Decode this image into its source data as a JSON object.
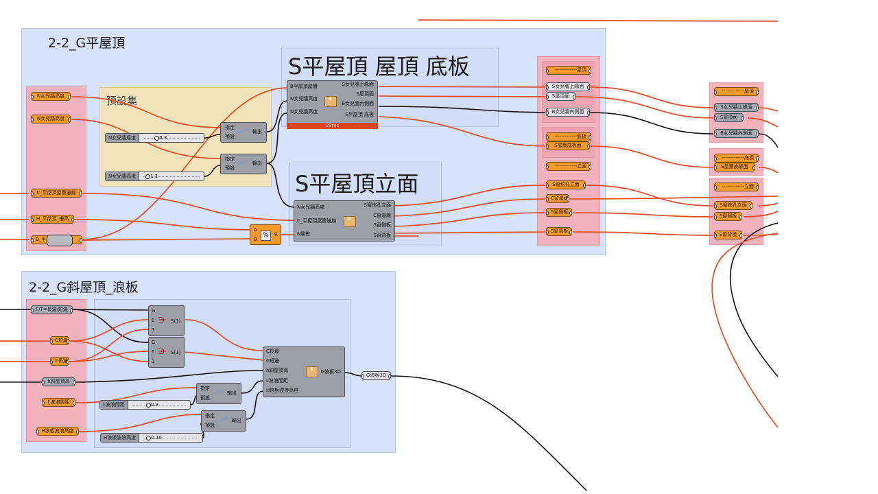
{
  "canvas": {
    "wire_colors": {
      "data": "#e8502a",
      "default": "#111111"
    },
    "group_colors": {
      "group": "#d6e3fb",
      "input_panel": "#f2b3bd",
      "preset_panel": "#f3e3bd",
      "param_orange": "#f79a2c",
      "param_gray": "#a6a8b2"
    }
  },
  "group_flat": {
    "title": "2-2_G平屋頂",
    "inputs": [
      "N女兒牆高度",
      "N女兒牆高度",
      "C_平屋頂屋簷邊線",
      "H_平屋頂_樓高",
      "B_平"
    ],
    "preset": {
      "title": "預設集",
      "sliders": [
        {
          "label": "N女兒牆厚度",
          "value": "0.3"
        },
        {
          "label": "N女兒牆高度",
          "value": "1.1"
        }
      ],
      "switches": [
        {
          "in1": "指定",
          "in2": "預設",
          "out": "輸出"
        },
        {
          "in1": "指定",
          "in2": "預設",
          "out": "輸出"
        }
      ]
    },
    "division": {
      "in_a": "A",
      "in_b": "B",
      "out": "R"
    },
    "cluster_roof": {
      "title": "S平屋頂 屋頂 底板",
      "inputs": [
        "B平屋頂屋體",
        "N女兒牆高度",
        "N女兒牆高度"
      ],
      "outputs": [
        "S女兒牆上緣面",
        "S屋頂面",
        "B女兒牆內側面",
        "S平屋頂 底板"
      ],
      "timer": "29ms"
    },
    "cluster_elev": {
      "title": "S平屋頂立面",
      "inputs": [
        "N女兒牆高度",
        "C_平屋頂屋簷邊線",
        "N層數"
      ],
      "outputs": [
        "S窗挖孔立面",
        "C窗邊線",
        "S窗側板",
        "S窗背板"
      ]
    },
    "outputs_panel": {
      "section1": [
        "-------------屋頂",
        "S女兒牆上緣面",
        "S屋頂面",
        "B女兒牆內側面"
      ],
      "section2": [
        "-------------底板",
        "S屋簷底板面"
      ],
      "section3": [
        "-------------立面",
        "S窗挖孔立面",
        "C窗邊線",
        "S窗側板",
        "S窗背板"
      ]
    }
  },
  "group_slope": {
    "title": "2-2_G斜屋頂_浪板",
    "inputs": [
      "F/T=長邊/短邊",
      "C短邊",
      "C長邊",
      "h斜屋頂高",
      "L波浪間距",
      "H浪板波浪高度"
    ],
    "pickers": [
      {
        "in_g": "G",
        "in_0": "0",
        "in_1": "1",
        "out": "S(1)"
      },
      {
        "in_g": "G",
        "in_0": "0",
        "in_1": "1",
        "out": "S(1)"
      }
    ],
    "sliders": [
      {
        "label": "L波浪間距",
        "value": "0.3"
      },
      {
        "label": "H浪板波浪高度",
        "value": "0.10"
      }
    ],
    "switches": [
      {
        "in1": "指定",
        "in2": "預設",
        "out": "輸出"
      },
      {
        "in1": "指定",
        "in2": "預設",
        "out": "輸出"
      }
    ],
    "cluster": {
      "inputs": [
        "C長邊",
        "C短邊",
        "h斜屋頂高",
        "L波浪間距",
        "H浪板波浪高度"
      ],
      "output": "G浪板3D"
    },
    "output_param": "G浪板3D"
  },
  "right_panel": {
    "section1": [
      "-------------屋頂",
      "S女兒牆上緣面",
      "S屋頂面",
      "B女兒牆內側面"
    ],
    "section2": [
      "-------------底板",
      "S屋簷底板面"
    ],
    "section3": [
      "-------------立面",
      "S窗挖孔立面",
      "S窗側板",
      "S窗背板"
    ]
  }
}
